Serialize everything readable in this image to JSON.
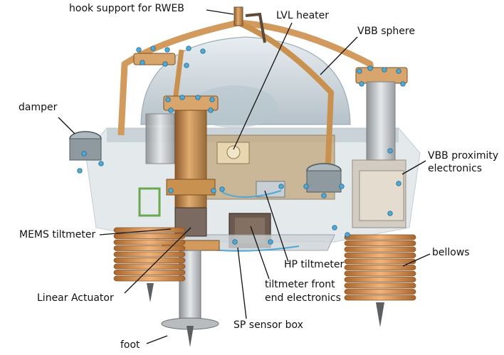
{
  "labels": {
    "hook_support": "hook support for RWEB",
    "lvl_heater": "LVL heater",
    "vbb_sphere": "VBB sphere",
    "damper": "damper",
    "vbb_proximity_line1": "VBB proximity",
    "vbb_proximity_line2": "electronics",
    "mems_tiltmeter": "MEMS tiltmeter",
    "bellows": "bellows",
    "hp_tiltmeter": "HP tiltmeter",
    "tiltmeter_fe_line1": "tiltmeter front",
    "tiltmeter_fe_line2": "end electronics",
    "linear_actuator": "Linear Actuator",
    "sp_sensor_box": "SP sensor box",
    "foot": "foot"
  },
  "colors": {
    "copper": "#d29a5c",
    "copper_dark": "#9a6a38",
    "bellows": "#d9975e",
    "glass": "#c9d4dc",
    "steel": "#c7c9cb",
    "bolt": "#4fa9d6",
    "screen": "#6aa84f",
    "leader": "#111111"
  }
}
